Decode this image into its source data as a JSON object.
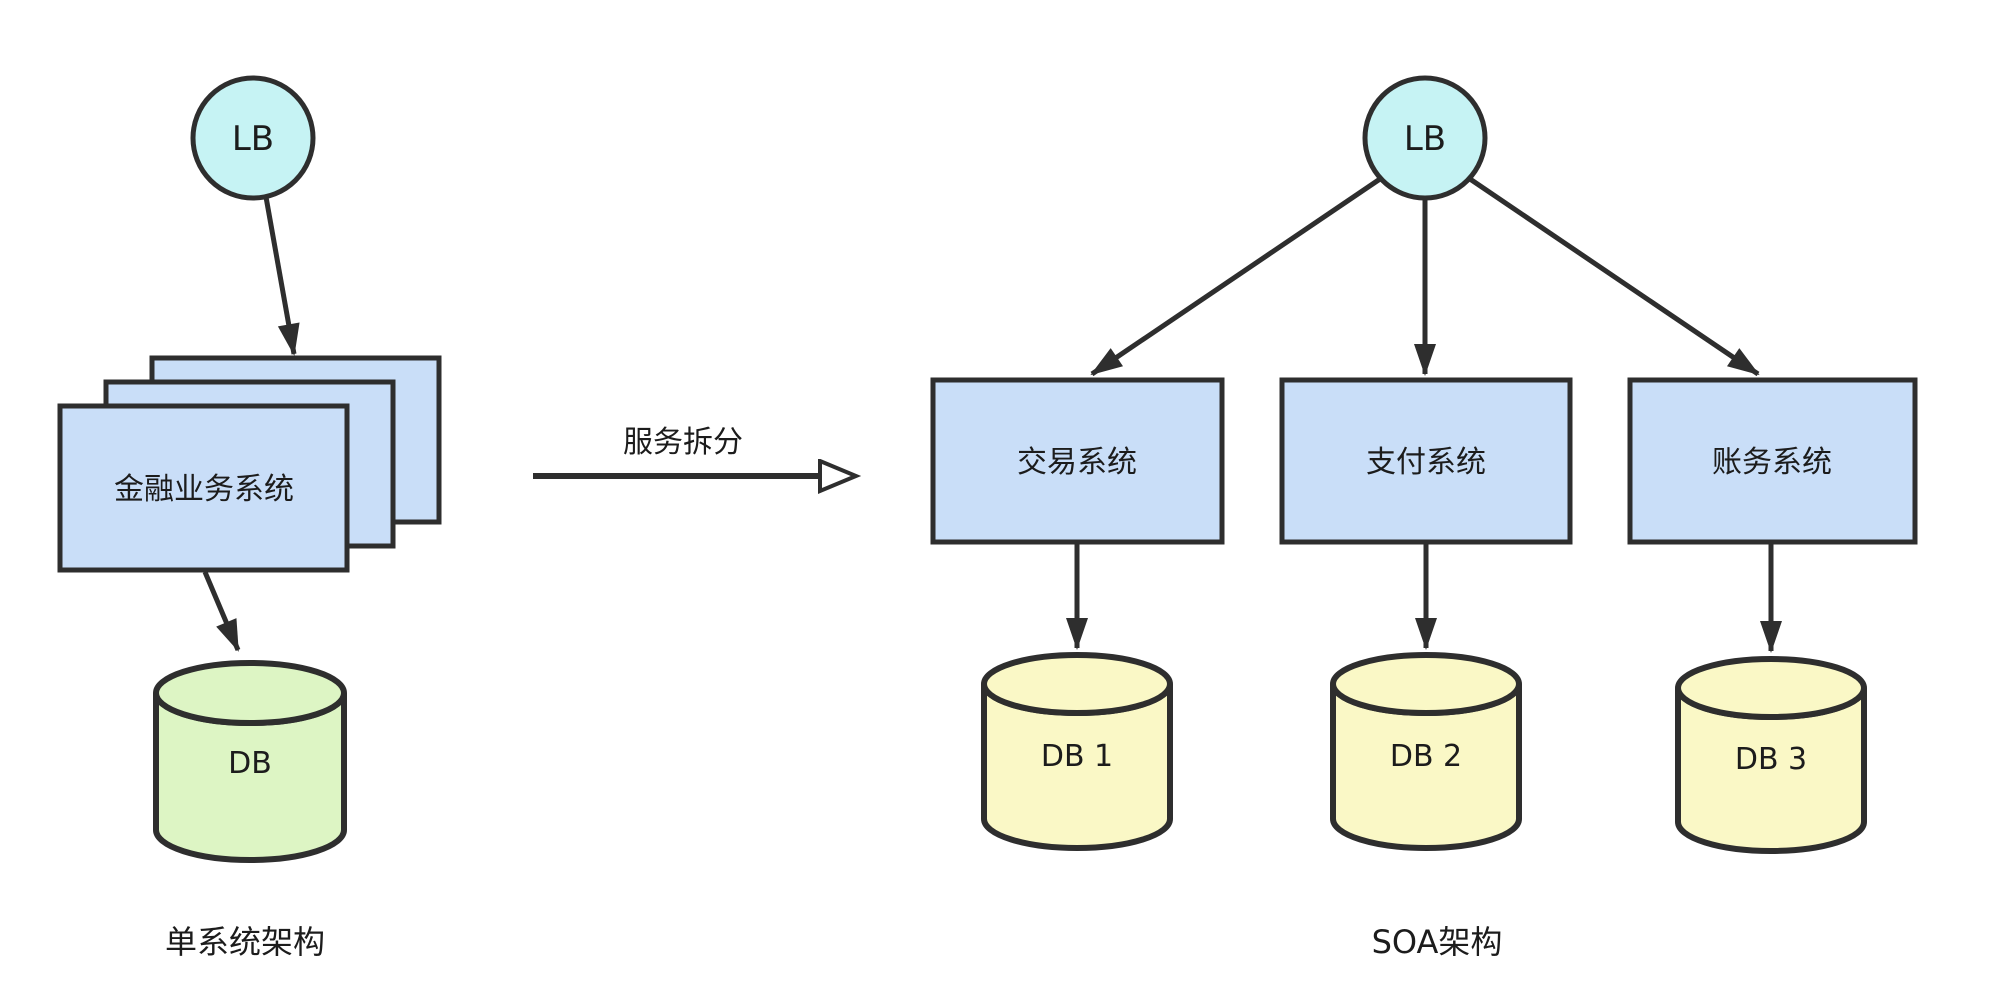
{
  "colors": {
    "line": "#2e2e2e",
    "text": "#1c1c1c",
    "node_blue": "#c9def8",
    "node_cyan": "#c6f3f4",
    "node_green": "#ddf5c4",
    "node_yellow": "#faf8c6",
    "background": "#ffffff"
  },
  "left": {
    "lb": "LB",
    "system": "金融业务系统",
    "db": "DB",
    "caption": "单系统架构"
  },
  "transition": "服务拆分",
  "right": {
    "lb": "LB",
    "services": [
      {
        "label": "交易系统",
        "db": "DB 1"
      },
      {
        "label": "支付系统",
        "db": "DB 2"
      },
      {
        "label": "账务系统",
        "db": "DB 3"
      }
    ],
    "caption": "SOA架构"
  }
}
